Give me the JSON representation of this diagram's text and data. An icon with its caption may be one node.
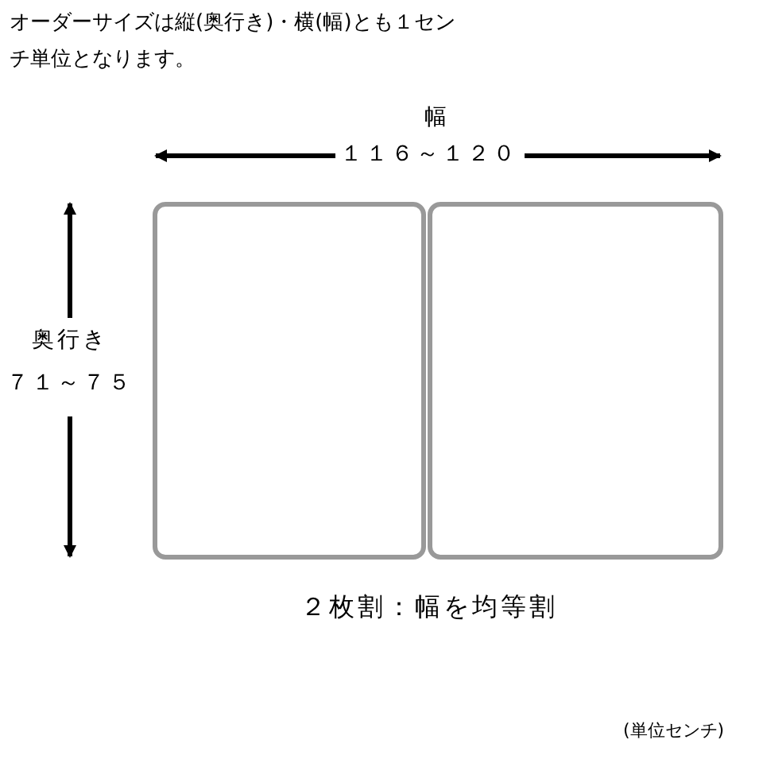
{
  "diagram": {
    "nodes": [
      {
        "text": [],
        "shape": "box"
      },
      {
        "text": [],
        "shape": "box"
      }
    ],
    "labels": [
      "オーダーサイズは縦(奥行き)・横(幅)とも１センチ単位となります。",
      "幅",
      "１１６～１２０",
      "奥行き",
      "７１～７５",
      "２枚割：幅を均等割",
      "(単位センチ)"
    ]
  }
}
